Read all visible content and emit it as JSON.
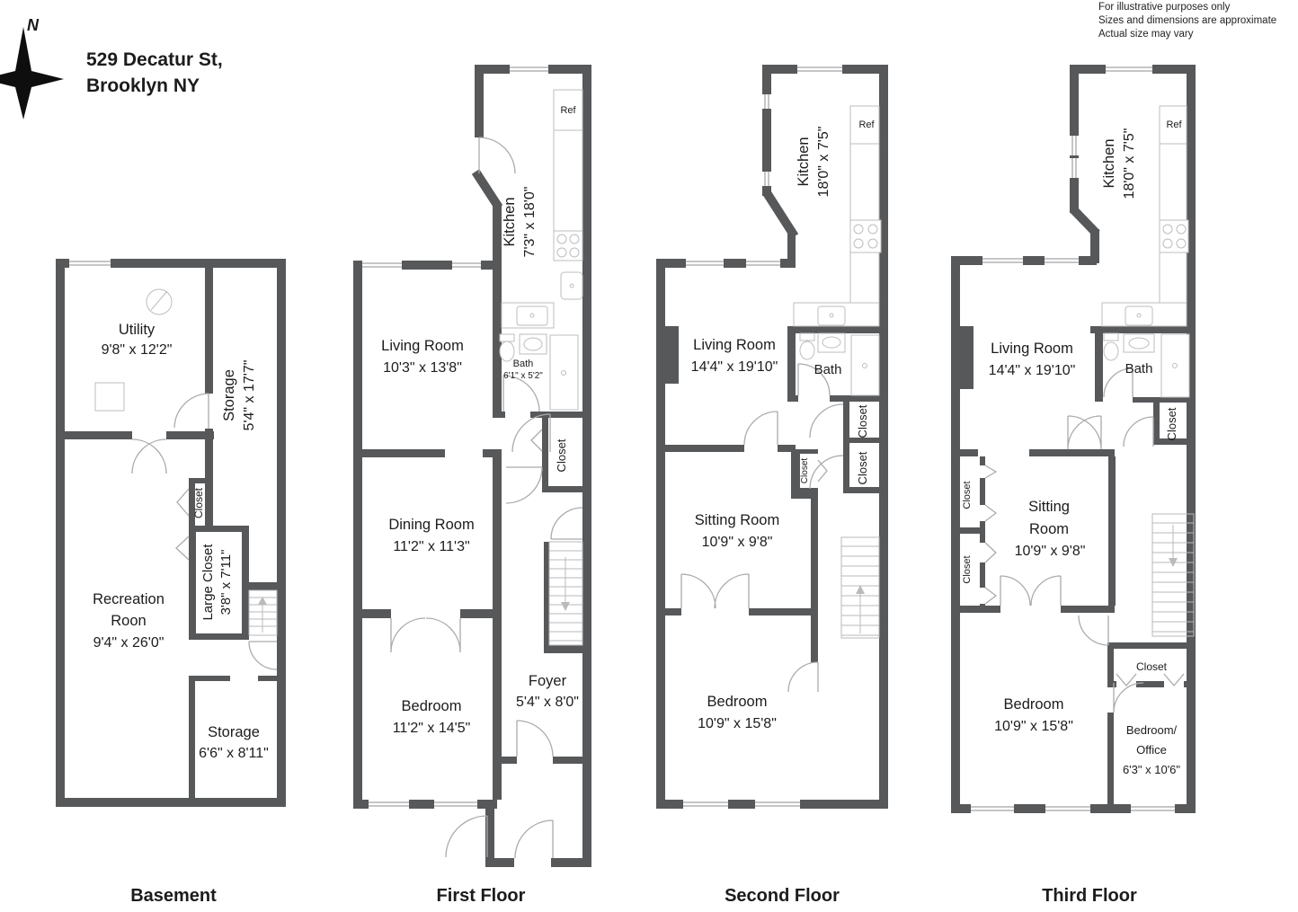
{
  "meta": {
    "compass_label": "N",
    "address_line1": "529 Decatur St,",
    "address_line2": "Brooklyn NY",
    "disclaimer_line1": "For illustrative purposes only",
    "disclaimer_line2": "Sizes and dimensions are approximate",
    "disclaimer_line3": "Actual size may vary"
  },
  "colors": {
    "wall": "#57585a",
    "fixture_line": "#bcbdbf",
    "door_arc": "#aaabad",
    "text": "#1c1c1c"
  },
  "basement": {
    "title": "Basement",
    "utility": {
      "name": "Utility",
      "dims": "9'8\" x 12'2\""
    },
    "storage_right": {
      "name": "Storage",
      "dims": "5'4\" x 17'7\""
    },
    "closet": "Closet",
    "large_closet": {
      "line1": "Large Closet",
      "line2": "3'8\" x 7'11\""
    },
    "recreation": {
      "line1": "Recreation",
      "line2": "Roon",
      "dims": "9'4\" x 26'0\""
    },
    "storage_bottom": {
      "name": "Storage",
      "dims": "6'6\" x 8'11\""
    }
  },
  "first_floor": {
    "title": "First Floor",
    "kitchen": {
      "name": "Kitchen",
      "dims": "7'3\" x 18'0\""
    },
    "ref": "Ref",
    "living": {
      "name": "Living Room",
      "dims": "10'3\" x 13'8\""
    },
    "bath": {
      "name": "Bath",
      "dims": "6'1\" x 5'2\""
    },
    "closet": "Closet",
    "dining": {
      "name": "Dining Room",
      "dims": "11'2\" x 11'3\""
    },
    "foyer": {
      "name": "Foyer",
      "dims": "5'4\" x 8'0\""
    },
    "bedroom": {
      "name": "Bedroom",
      "dims": "11'2\" x 14'5\""
    }
  },
  "second_floor": {
    "title": "Second Floor",
    "kitchen": {
      "name": "Kitchen",
      "dims": "18'0\" x 7'5\""
    },
    "ref": "Ref",
    "living": {
      "name": "Living Room",
      "dims": "14'4\" x 19'10\""
    },
    "bath": "Bath",
    "closet_right1": "Closet",
    "closet_right2": "Closet",
    "closet_hall": "Closet",
    "sitting": {
      "name": "Sitting Room",
      "dims": "10'9\" x 9'8\""
    },
    "bedroom": {
      "name": "Bedroom",
      "dims": "10'9\" x 15'8\""
    }
  },
  "third_floor": {
    "title": "Third Floor",
    "kitchen": {
      "name": "Kitchen",
      "dims": "18'0\" x 7'5\""
    },
    "ref": "Ref",
    "living": {
      "name": "Living Room",
      "dims": "14'4\" x 19'10\""
    },
    "bath": "Bath",
    "closet_right": "Closet",
    "closet_left1": "Closet",
    "closet_left2": "Closet",
    "closet_center": "Closet",
    "sitting": {
      "line1": "Sitting",
      "line2": "Room",
      "dims": "10'9\" x 9'8\""
    },
    "bedroom": {
      "name": "Bedroom",
      "dims": "10'9\" x 15'8\""
    },
    "bedroom_office": {
      "line1": "Bedroom/",
      "line2": "Office",
      "dims": "6'3\" x 10'6\""
    }
  }
}
